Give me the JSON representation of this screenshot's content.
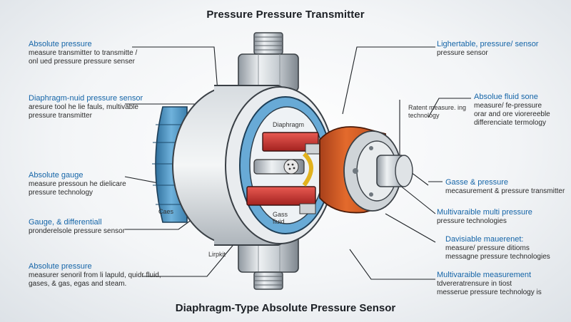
{
  "title": "Pressure Pressure Transmitter",
  "footer": "Diaphragm-Type Absolute Pressure Sensor",
  "left_callouts": [
    {
      "heading": "Absolute pressure",
      "body1": "measure transmitter to transmitte /",
      "body2": "onl ued pressure pressure senser"
    },
    {
      "heading": "Diaphragm-nuid pressure sensor",
      "body1": "aresure tool he lie fauls, multivable",
      "body2": "pressure transmitter"
    },
    {
      "heading": "Absolute gauge",
      "body1": "measure pressoun he dielicare",
      "body2": "pressure technology"
    },
    {
      "heading": "Gauge, & differentiall",
      "body1": "pronderelsole pressure sensor",
      "body2": ""
    },
    {
      "heading": "Absolute pressure",
      "body1": "measurer senoril from li lapuld, quidr fluid,",
      "body2": "gases, & gas, egas and steam."
    }
  ],
  "right_callouts": [
    {
      "heading": "Lighertable, pressure/ sensor",
      "body1": "pressure sensor",
      "body2": "",
      "body3": ""
    },
    {
      "heading": "Absolue fluid sone",
      "body1": "measure/ fe-pressure",
      "body2": "orar and ore viorereeble",
      "body3": "differenciate termology"
    },
    {
      "heading": "Gasse & pressure",
      "body1": "mecasurement & pressure transmitter",
      "body2": "",
      "body3": ""
    },
    {
      "heading": "Multivaraible multi pressure",
      "body1": "pressure technologies",
      "body2": "",
      "body3": ""
    },
    {
      "heading": "Davisiable mauerenet:",
      "body1": "measure/ pressure ditioms",
      "body2": "messagne pressure technologies",
      "body3": ""
    },
    {
      "heading": "Multivaraible measurement",
      "body1": "tdvereratrensure in tiost",
      "body2": "messerue pressure technology is",
      "body3": ""
    }
  ],
  "inner_labels": {
    "middle_note1": "Ratent measure. ing",
    "middle_note2": "technology",
    "diaphragm_top": "Diaphragm",
    "diaphragm_bottom1": "Gass",
    "diaphragm_bottom2": "fiuid",
    "caes": "Caes",
    "lirpkit": "Lirpkit"
  },
  "colors": {
    "heading": "#1565a8",
    "blue_ring": "#5ea3cf",
    "orange_cap": "#d95b22",
    "red_block": "#cf3b35"
  }
}
